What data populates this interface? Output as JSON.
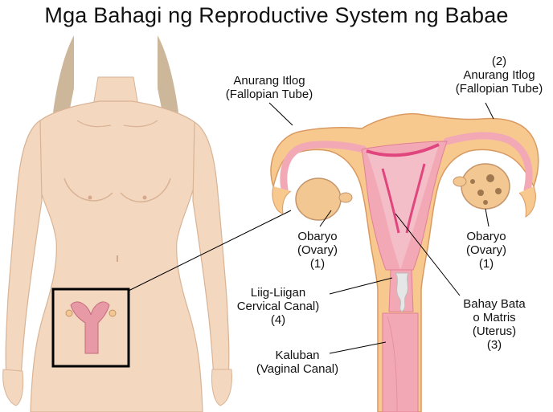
{
  "title": "Mga Bahagi ng Reproductive System ng Babae",
  "labels": {
    "fallopian_left": {
      "line1": "Anurang Itlog",
      "line2": "(Fallopian Tube)"
    },
    "fallopian_right": {
      "number": "(2)",
      "line1": "Anurang Itlog",
      "line2": "(Fallopian Tube)"
    },
    "ovary_left": {
      "line1": "Obaryo",
      "line2": "(Ovary)",
      "number": "(1)"
    },
    "ovary_right": {
      "line1": "Obaryo",
      "line2": "(Ovary)",
      "number": "(1)"
    },
    "cervical": {
      "line1": "Liig-Liigan",
      "line2": "Cervical Canal)",
      "number": "(4)"
    },
    "uterus": {
      "line1": "Bahay Bata",
      "line2": "o Matris",
      "line3": "(Uterus)",
      "number": "(3)"
    },
    "vagina": {
      "line1": "Kaluban",
      "line2": "(Vaginal Canal)"
    }
  },
  "colors": {
    "skin": "#f3d7bf",
    "skin_shadow": "#d9b395",
    "hair": "#cdb79a",
    "organ_outer": "#f7c98f",
    "organ_inner": "#f2a9b5",
    "organ_deep": "#e0457e",
    "cervix_mucus": "#e6e6e6",
    "ovary": "#f2c792",
    "line": "#000000"
  }
}
